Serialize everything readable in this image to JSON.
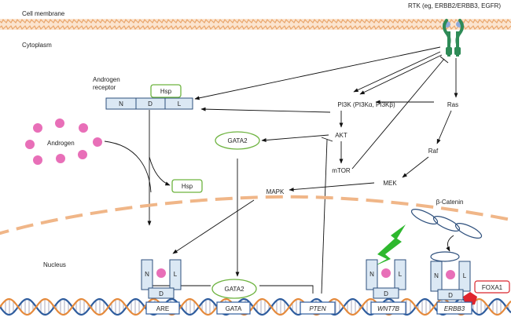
{
  "labels": {
    "cell_membrane": "Cell membrane",
    "cytoplasm": "Cytoplasm",
    "nucleus": "Nucleus",
    "rtk": "RTK (eg, ERBB2/ERBB3, EGFR)",
    "androgen_receptor_line1": "Androgen",
    "androgen_receptor_line2": "receptor",
    "androgen": "Androgen",
    "hsp_top": "Hsp",
    "hsp_free": "Hsp",
    "pi3k": "PI3K (PI3Kα, PI3Kβ)",
    "akt": "AKT",
    "mtor": "mTOR",
    "ras": "Ras",
    "raf": "Raf",
    "mek": "MEK",
    "mapk": "MAPK",
    "gata2_cyto": "GATA2",
    "gata2_nuc": "GATA2",
    "beta_catenin": "β-Catenin",
    "foxa1": "FOXA1"
  },
  "ar_domains": {
    "n": "N",
    "d": "D",
    "l": "L"
  },
  "dna_boxes": {
    "are": "ARE",
    "gata": "GATA",
    "pten": "PTEN",
    "wnt7b": "WNT7B",
    "erbb3": "ERBB3"
  },
  "colors": {
    "membrane": "#e9a56a",
    "receptor": "#2e8b57",
    "ligand": "#8faadc",
    "androgen": "#e86fb8",
    "hsp": "#6db33f",
    "ar_box_fill": "#dbe8f4",
    "ar_box_stroke": "#2d4f7c",
    "dna_blue": "#2f5d9e",
    "dna_orange": "#e58a3c",
    "lightning": "#2eb82e",
    "foxa1_stroke": "#d9242c",
    "foxa1_fill": "#e0242c"
  }
}
